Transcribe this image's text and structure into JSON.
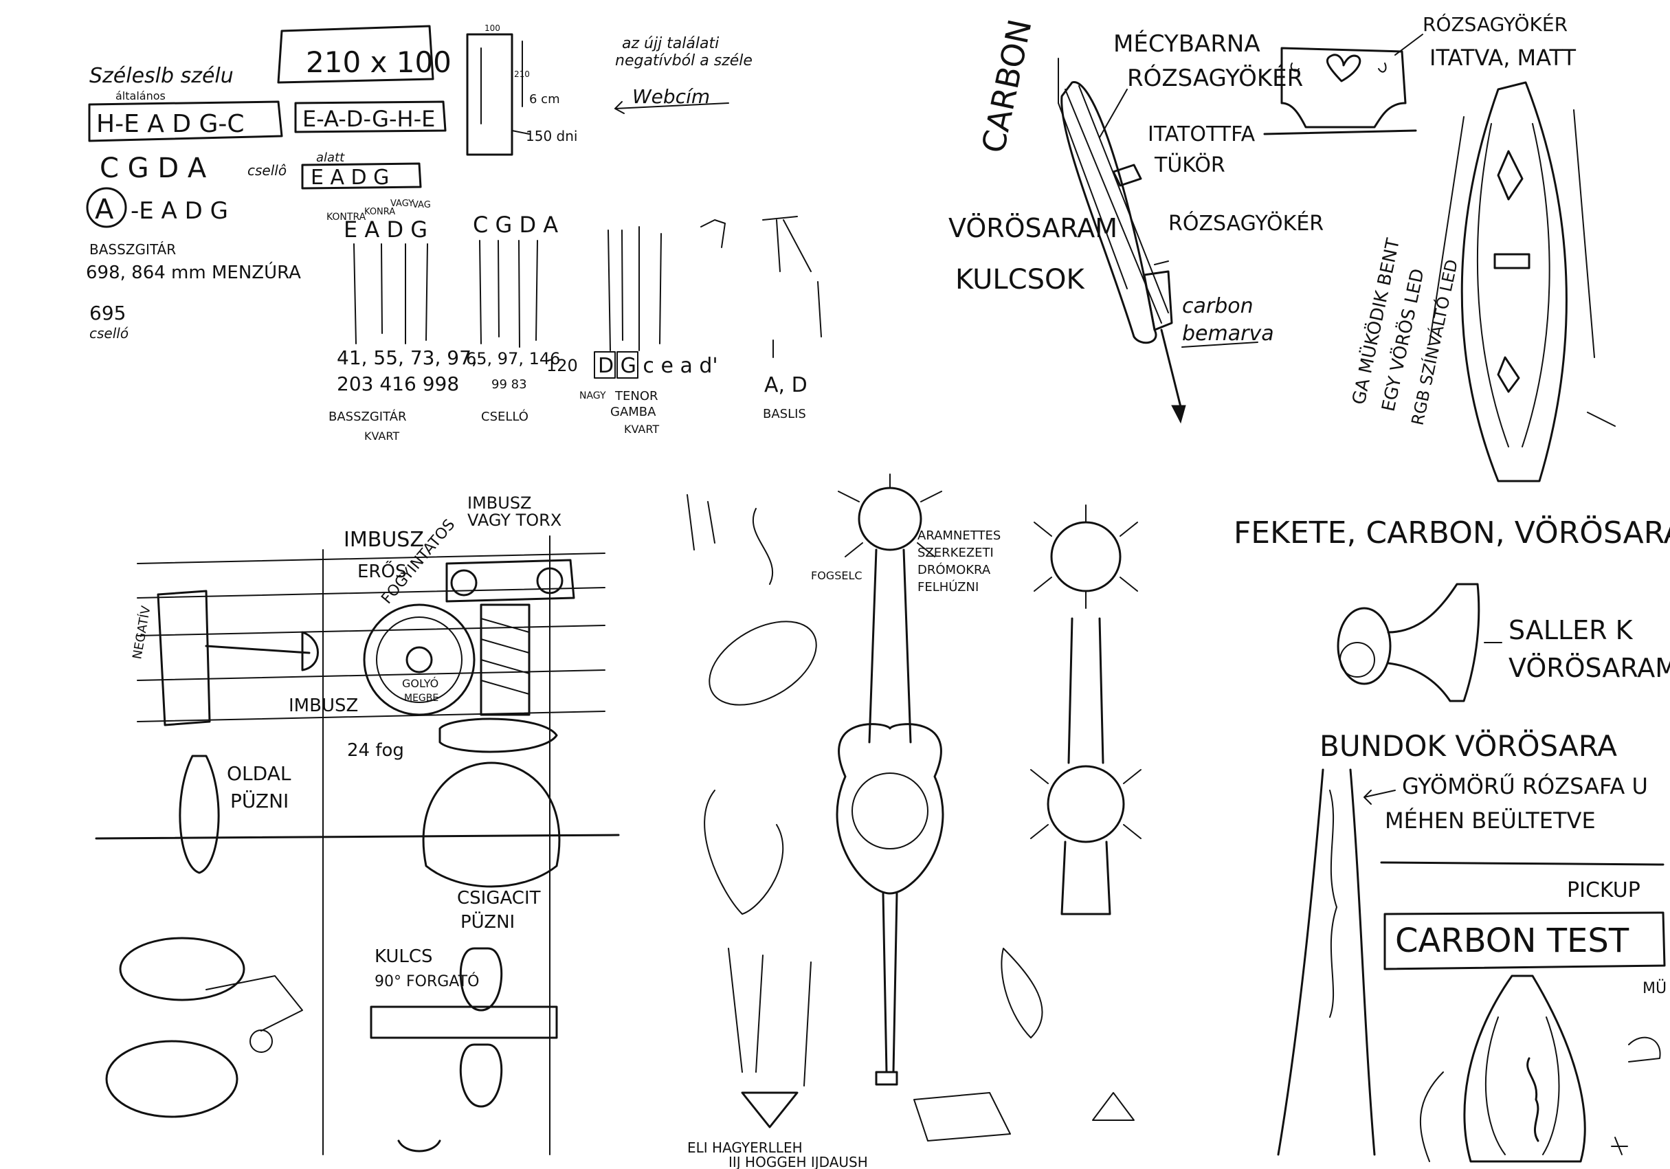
{
  "topleft": {
    "heading": "Széleslb szélu",
    "heading_sub": "általános",
    "tuning_main": "H-E A D G-C",
    "tuning_cello": "C G D A",
    "tuning_cello_note": "csellô",
    "tuning_a": "A",
    "tuning_a_rest": "-E A D G",
    "bass_label": "BASSZGITÁR",
    "bass_measure": "698, 864 mm MENZÚRA",
    "bass_695": "695",
    "bass_695_sub": "cselló",
    "box_dims": "210 x 100",
    "tuning_alt": "E-A-D-G-H-E",
    "alat_note": "alatt",
    "tuning_eadg": "E A D G",
    "dim_top": "100",
    "dim_side": "210",
    "dim_6cm": "6 cm",
    "dim_150": "150 dni",
    "note_line1": "az újj találati",
    "note_line2": "negatívból a széle",
    "note_webcim": "Webcím",
    "kontra": "KONTRA",
    "kvint_small": "KONRA",
    "vagy": "VAGY",
    "vag": "VAG",
    "eadg_letters": "E A D G",
    "cgda_letters": "C G D A",
    "bass_nums_1": "41, 55, 73, 97,",
    "bass_nums_2": "203  416  998",
    "cello_nums_1": "65, 97, 146",
    "cello_nums_2": "99  83",
    "cello_120": "120",
    "basszgitar_kvart": "BASSZGITÁR",
    "kvart": "KVART",
    "csello_label": "CSELLÓ",
    "dg_notes": "D G c e a d'",
    "nagy": "NAGY",
    "tenor": "TENOR",
    "gamba": "GAMBA",
    "kvart2": "KVART",
    "a_d": "A, D",
    "baslis": "BASLIS"
  },
  "topright": {
    "carbon": "CARBON",
    "mezybarna": "MÉCYBARNA",
    "rozsagyoker": "RÓZSAGYÖKÉR",
    "itatott": "ITATOTTFA",
    "tukor": "TÜKÖR",
    "rozsagyoker2": "RÓZSAGYÖKÉR",
    "vorosaram": "VÖRÖSARAM",
    "kulcsok": "KULCSOK",
    "carbon_bemarva": "carbon",
    "carbon_bemarva2": "bemarva",
    "rozsagyoker3": "RÓZSAGYÖKÉR",
    "itatva_matt": "ITATVA, MATT",
    "v1": "GA MÜKÖDIK BENT",
    "v2": "EGY VÖRÖS LED",
    "v3": "RGB SZÍNVÁLTÓ LED"
  },
  "bottomleft": {
    "imbusz": "IMBUSZ",
    "imbusz_vagy": "IMBUSZ",
    "vagy_torx": "VAGY TORX",
    "eros": "ERŐS",
    "fogyintatos": "FOGYINTATOS",
    "negativ": "NEGATÍV",
    "imbusz2": "IMBUSZ",
    "golyo": "GOLYÓ",
    "megbe": "MEGBE",
    "num_24": "24 fog",
    "oldal": "OLDAL",
    "puzni": "PÜZNI",
    "csigacit": "CSIGACIT",
    "puzni2": "PÜZNI",
    "kulcs": "KULCS",
    "forgato": "90° FORGATÓ"
  },
  "bottommid": {
    "fogselc": "FOGSELC",
    "aramnettes": "ARAMNETTES",
    "szerkezeti": "SZERKEZETI",
    "dromokra": "DRÓMOKRA",
    "felhuzni": "FELHÚZNI",
    "footer1": "ELI HAGYERLLEH",
    "footer2": "IIJ HOGGEH IJDAUSH"
  },
  "bottomright": {
    "fekete": "FEKETE, CARBON, VÖRÖSARAM",
    "saller": "SALLER K",
    "vorosaram": "VÖRÖSARAM",
    "bundok": "BUNDOK VÖRÖSARA",
    "gyomoru": "GYÖMÖRŰ RÓZSAFA U",
    "mehen": "MÉHEN BEÜLTETVE",
    "pickup": "PICKUP",
    "carbon_test": "CARBON TEST",
    "mu": "MÜ"
  }
}
